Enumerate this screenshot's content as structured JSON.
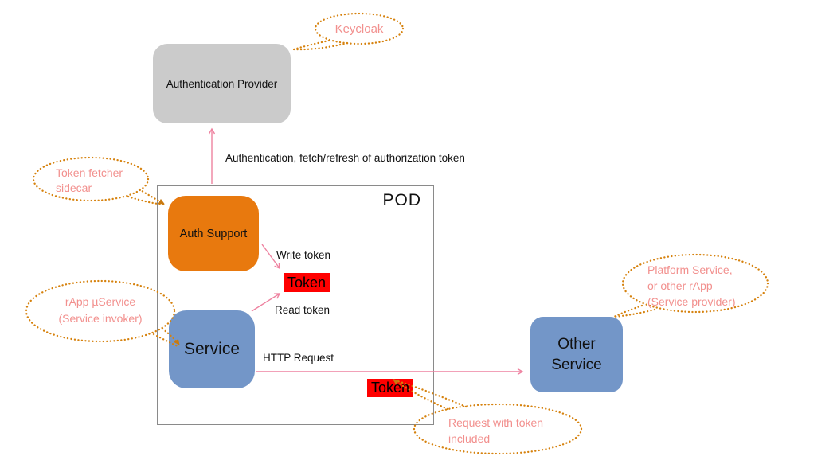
{
  "diagram": {
    "boxes": {
      "auth_provider": "Authentication Provider",
      "pod": "POD",
      "auth_support": "Auth Support",
      "service": "Service",
      "other_service": {
        "line1": "Other",
        "line2": "Service"
      },
      "token_write": "Token",
      "token_request": "Token"
    },
    "labels": {
      "auth_flow": "Authentication, fetch/refresh of authorization token",
      "write_token": "Write token",
      "read_token": "Read token",
      "http_request": "HTTP Request"
    },
    "callouts": {
      "keycloak": {
        "lines": [
          "Keycloak"
        ]
      },
      "token_fetcher": {
        "lines": [
          "Token fetcher",
          "sidecar"
        ]
      },
      "rapp": {
        "lines": [
          "rApp µService",
          "(Service invoker)"
        ]
      },
      "platform": {
        "lines": [
          "Platform Service,",
          "or other rApp",
          "(Service provider)"
        ]
      },
      "request": {
        "lines": [
          "Request with token",
          "included"
        ]
      }
    },
    "colors": {
      "box_gray": "#cbcbcb",
      "box_orange": "#e8790e",
      "box_blue": "#7396c8",
      "token_red": "#ff0000",
      "arrow_pink": "#ee82a0",
      "callout_text_pink": "#f2908e",
      "callout_border_orange": "#d6820e",
      "pod_border_gray": "#8a8a8a"
    }
  }
}
